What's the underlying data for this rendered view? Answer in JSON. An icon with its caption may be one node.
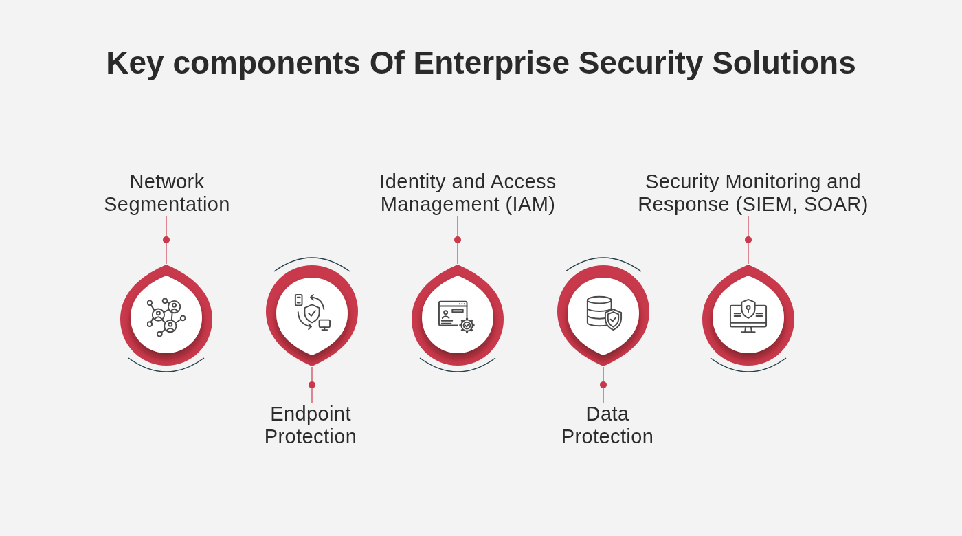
{
  "diagram": {
    "title": "Key components Of Enterprise Security Solutions",
    "nodes": [
      {
        "text": [
          "Network Segmentation"
        ]
      },
      {
        "text": [],
        "shape": "picture"
      },
      {
        "text": [],
        "shape": "picture"
      },
      {
        "text": [
          "Endpoint Protection"
        ]
      },
      {
        "text": [
          "Identity and Access Management (IAM)"
        ]
      },
      {
        "text": [],
        "shape": "picture"
      },
      {
        "text": [],
        "shape": "picture"
      },
      {
        "text": [
          "Data Protection"
        ]
      },
      {
        "text": [
          "Security Monitoring and Response (SIEM, SOAR)"
        ]
      },
      {
        "text": [],
        "shape": "picture"
      }
    ],
    "edges": [
      {
        "from": 0,
        "to": 1,
        "arrow": "none"
      },
      {
        "from": 3,
        "to": 2,
        "arrow": "none"
      },
      {
        "from": 4,
        "to": 5,
        "arrow": "none"
      },
      {
        "from": 7,
        "to": 6,
        "arrow": "none"
      },
      {
        "from": 8,
        "to": 9,
        "arrow": "none"
      }
    ]
  }
}
